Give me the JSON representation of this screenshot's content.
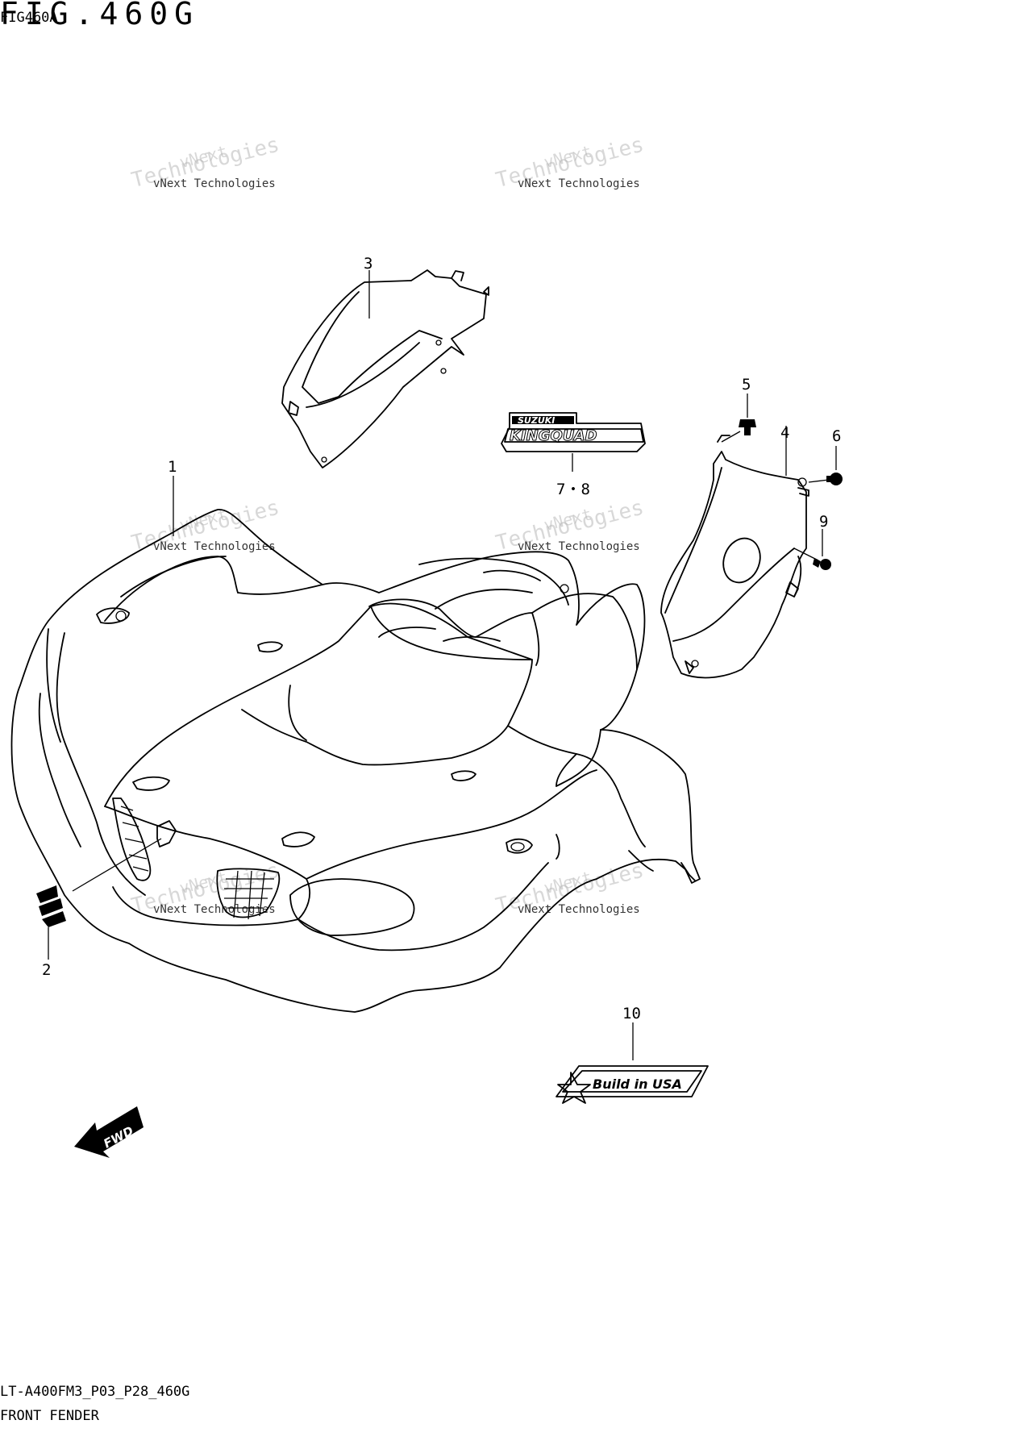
{
  "figure": {
    "title": "FIG.460G",
    "subtitle": "FIG460A"
  },
  "watermark": {
    "line1": "vNext Technologies",
    "line2": "Technologies",
    "line3": "vNext"
  },
  "callouts": [
    "1",
    "2",
    "3",
    "4",
    "5",
    "6",
    "7・8",
    "9",
    "10"
  ],
  "decals": {
    "kingquad_top": "SUZUKI",
    "kingquad_main": "KINGQUAD",
    "usa": "Build in USA",
    "fwd": "FWD"
  },
  "footer": {
    "code": "LT-A400FM3_P03_P28_460G",
    "name": "FRONT FENDER"
  }
}
